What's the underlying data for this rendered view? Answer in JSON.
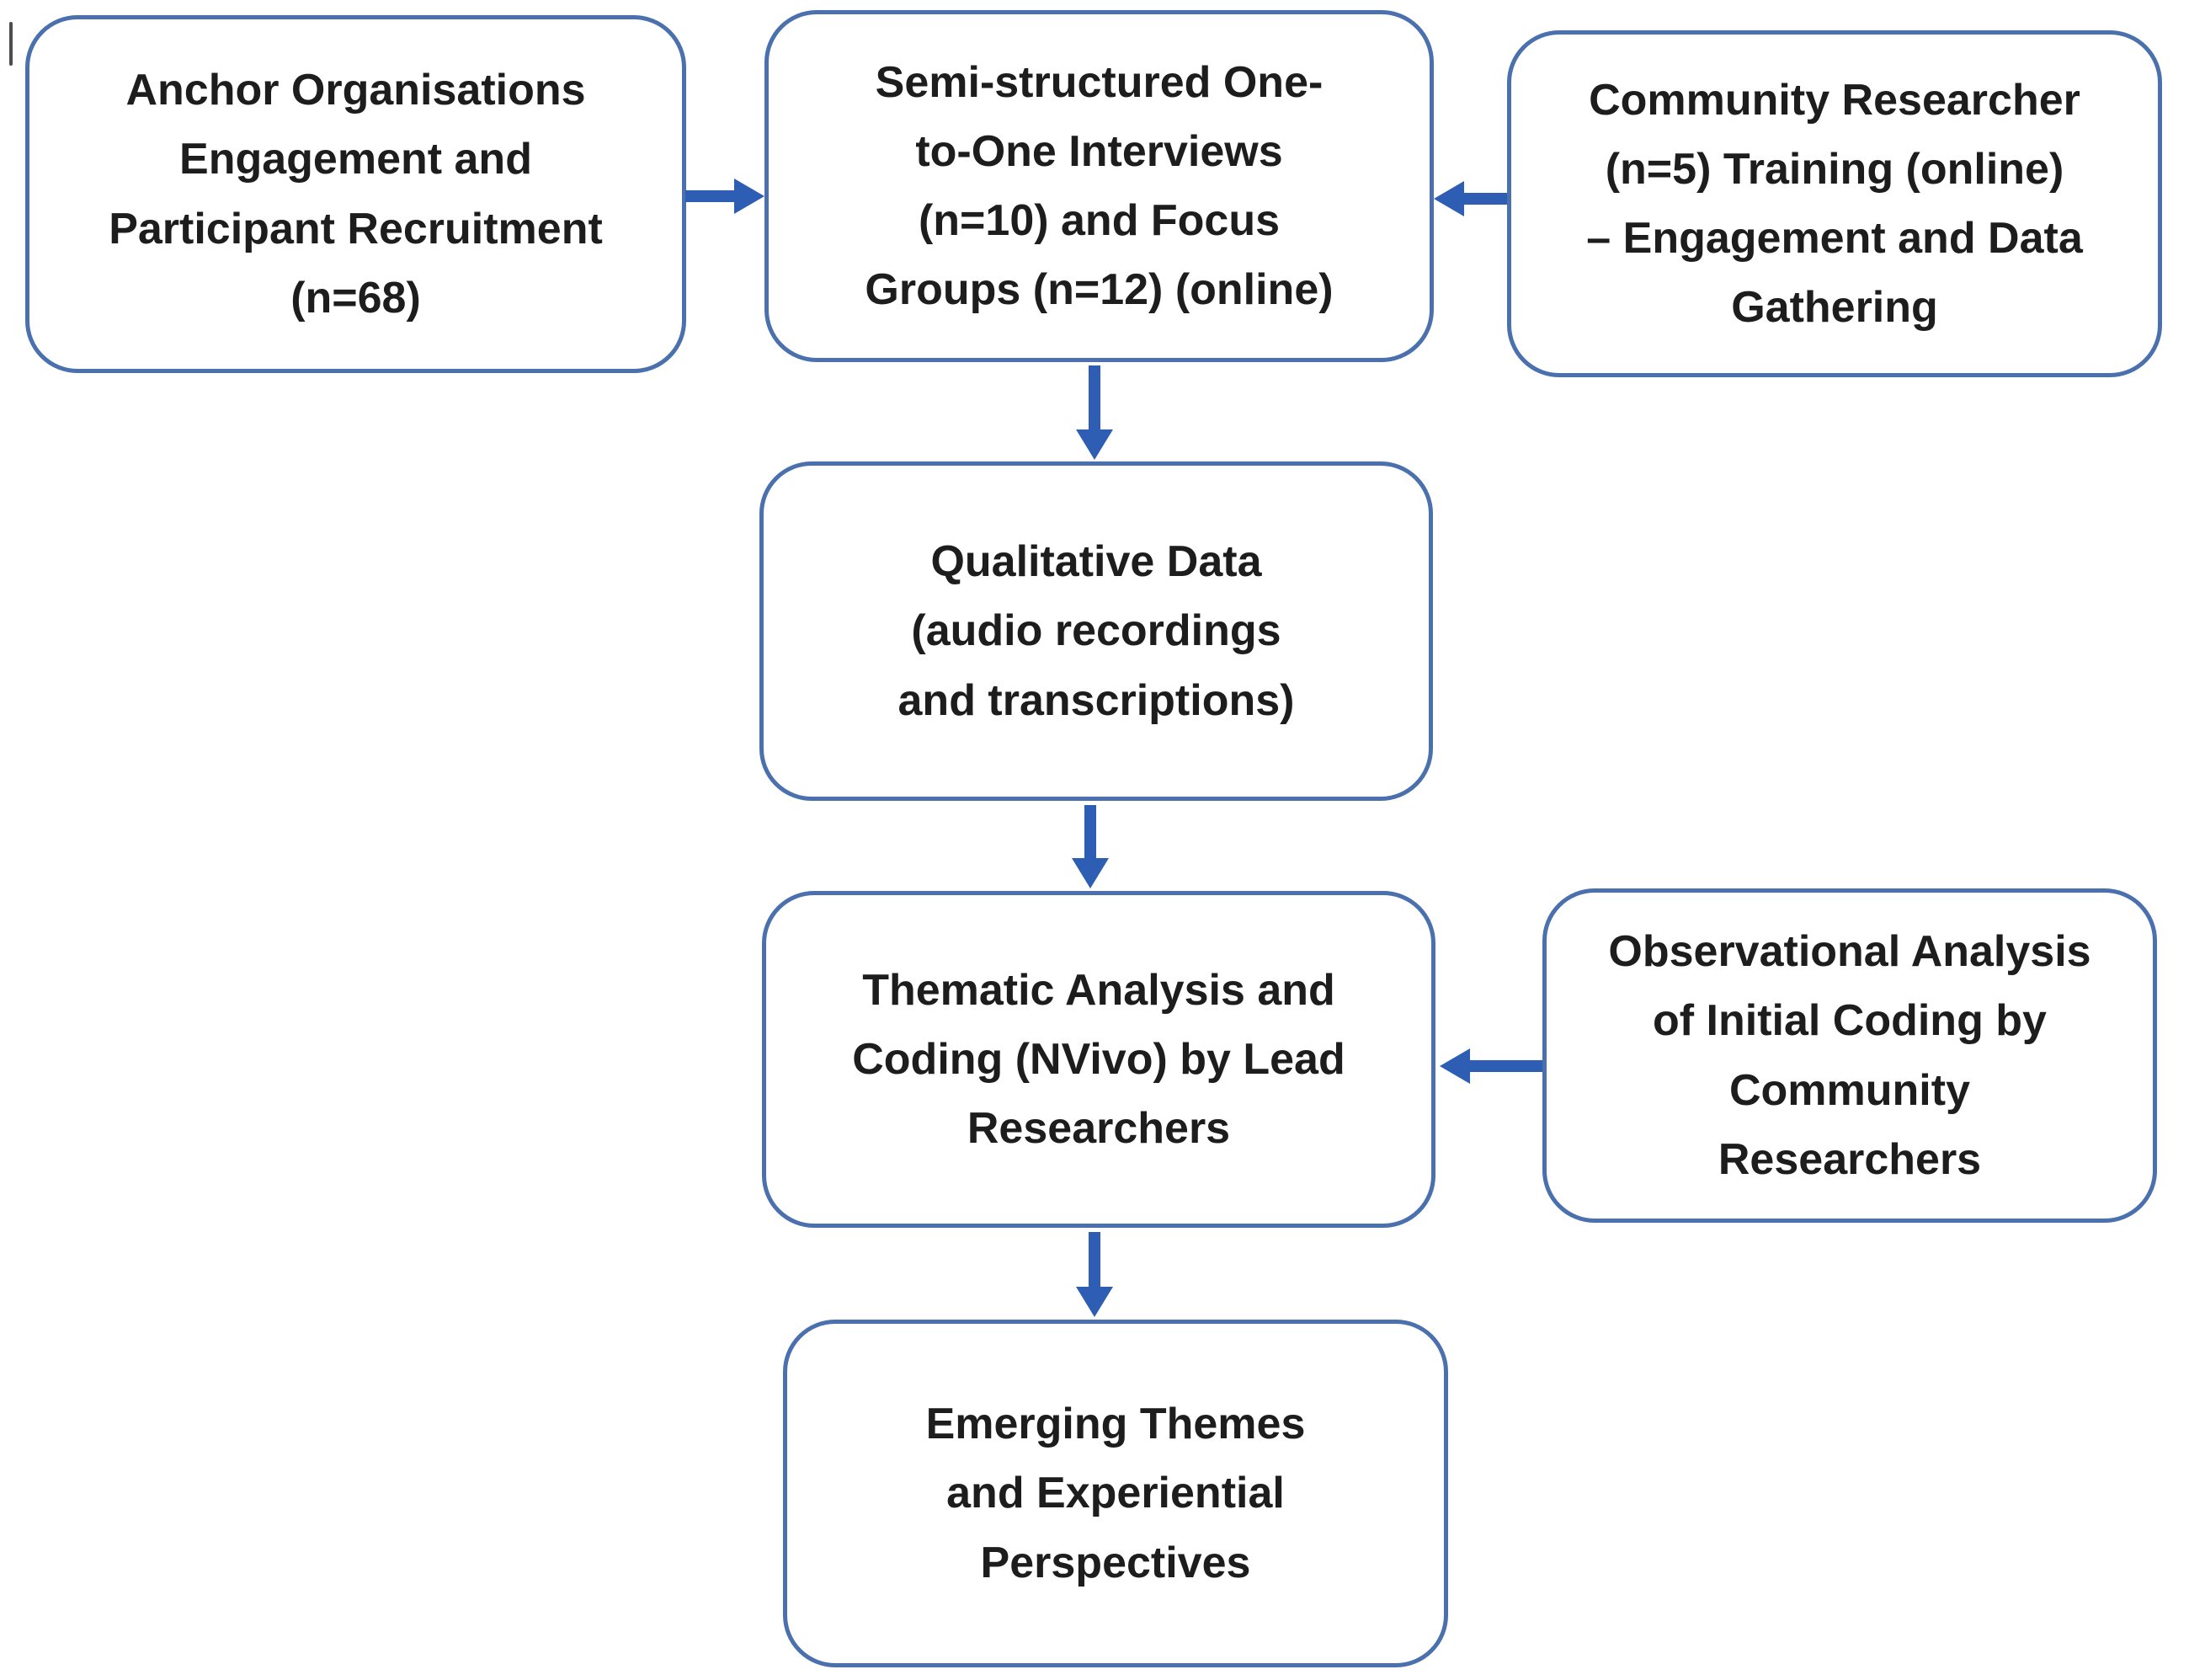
{
  "diagram": {
    "type": "flowchart",
    "colors": {
      "page-bg": "#ffffff",
      "box-border": "#4a70ad",
      "box-fill": "#ffffff",
      "arrow-color": "#2e5db4",
      "text-color": "#1d1d1d"
    },
    "nodes": [
      {
        "id": "anchor-engagement",
        "lines": [
          "Anchor Organisations",
          "Engagement and",
          "Participant Recruitment",
          "(n=68)"
        ]
      },
      {
        "id": "interviews-focus-groups",
        "lines": [
          "Semi-structured One-",
          "to-One Interviews",
          "(n=10) and Focus",
          "Groups (n=12) (online)"
        ]
      },
      {
        "id": "community-researcher-training",
        "lines": [
          "Community Researcher",
          "(n=5) Training (online)",
          "– Engagement and Data",
          "Gathering"
        ]
      },
      {
        "id": "qualitative-data",
        "lines": [
          "Qualitative Data",
          "(audio recordings",
          "and transcriptions)"
        ]
      },
      {
        "id": "thematic-analysis",
        "lines": [
          "Thematic Analysis and",
          "Coding (NVivo) by Lead",
          "Researchers"
        ]
      },
      {
        "id": "observational-analysis",
        "lines": [
          "Observational Analysis",
          "of Initial Coding by",
          "Community",
          "Researchers"
        ]
      },
      {
        "id": "emerging-themes",
        "lines": [
          "Emerging Themes",
          "and Experiential",
          "Perspectives"
        ]
      }
    ],
    "edges": [
      {
        "from": "anchor-engagement",
        "to": "interviews-focus-groups",
        "direction": "right"
      },
      {
        "from": "community-researcher-training",
        "to": "interviews-focus-groups",
        "direction": "left"
      },
      {
        "from": "interviews-focus-groups",
        "to": "qualitative-data",
        "direction": "down"
      },
      {
        "from": "qualitative-data",
        "to": "thematic-analysis",
        "direction": "down"
      },
      {
        "from": "observational-analysis",
        "to": "thematic-analysis",
        "direction": "left"
      },
      {
        "from": "thematic-analysis",
        "to": "emerging-themes",
        "direction": "down"
      }
    ]
  }
}
